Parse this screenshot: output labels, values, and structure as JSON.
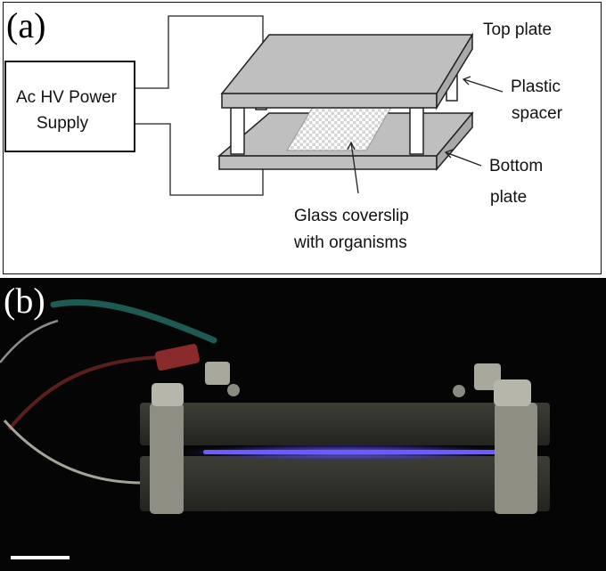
{
  "panel_a": {
    "label": "(a)",
    "power_supply_line1": "Ac HV Power",
    "power_supply_line2": "Supply",
    "top_plate": "Top plate",
    "spacer_line1": "Plastic",
    "spacer_line2": "spacer",
    "bottom_line1": "Bottom",
    "bottom_line2": "plate",
    "coverslip_line1": "Glass coverslip",
    "coverslip_line2": "with organisms"
  },
  "panel_b": {
    "label": "(b)"
  },
  "colors": {
    "plate_fill": "#bfbfbf",
    "plasma_glow": "#5a4cff",
    "photo_background": "#050505"
  }
}
